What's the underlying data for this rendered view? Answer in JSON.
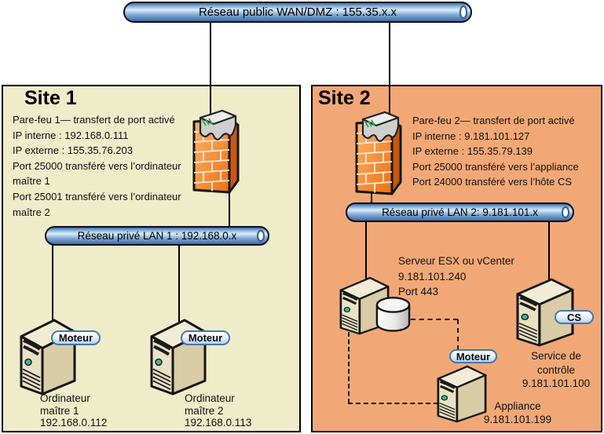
{
  "wan_pipe": {
    "label": "Réseau public WAN/DMZ : 155.35.x.x"
  },
  "site1": {
    "title": "Site 1",
    "firewall_info_lines": [
      "Pare-feu 1— transfert de port activé",
      "IP interne : 192.168.0.111",
      "IP externe : 155.35.76.203",
      "Port 25000 transféré vers l’ordinateur",
      "maître 1",
      "Port 25001 transféré vers l’ordinateur",
      "maître 2"
    ],
    "lan_pipe_label": "Réseau privé LAN 1 : 192.168.0.x",
    "master1": {
      "badge_label": "Moteur",
      "caption_lines": [
        "Ordinateur",
        "maître 1",
        "192.168.0.112"
      ]
    },
    "master2": {
      "badge_label": "Moteur",
      "caption_lines": [
        "Ordinateur",
        "maître 2",
        "192.168.0.113"
      ]
    }
  },
  "site2": {
    "title": "Site 2",
    "firewall_info_lines": [
      "Pare-feu 2— transfert de port activé",
      "IP interne : 9.181.101.127",
      "IP externe : 155.35.79.139",
      "Port 25000 transféré vers l’appliance",
      "Port 24000 transféré vers l’hôte CS"
    ],
    "lan_pipe_label": "Réseau privé LAN 2: 9.181.101.x",
    "esx_server": {
      "caption_lines": [
        "Serveur ESX ou vCenter",
        "9.181.101.240",
        "Port 443"
      ]
    },
    "appliance": {
      "badge_label": "Moteur",
      "caption_lines": [
        "Appliance",
        "9.181.101.199"
      ]
    },
    "control_service": {
      "badge_label": "CS",
      "caption_lines": [
        "Service de",
        "contrôle",
        "9.181.101.100"
      ]
    }
  },
  "icons": {
    "firewall": "firewall-icon",
    "server_tower": "server-tower-icon",
    "database": "database-cylinder-icon",
    "network_segment": "network-pipe"
  },
  "colors": {
    "site1_background": "#efecc9",
    "site2_background": "#f2a876",
    "pipe_blue": "#7fabd8",
    "firewall_orange": "#ee7612",
    "tower_beige": "#e8dfc1",
    "badge_fill": "#b5d3ee",
    "badge_border": "#4178ae",
    "connector": "#000000"
  }
}
